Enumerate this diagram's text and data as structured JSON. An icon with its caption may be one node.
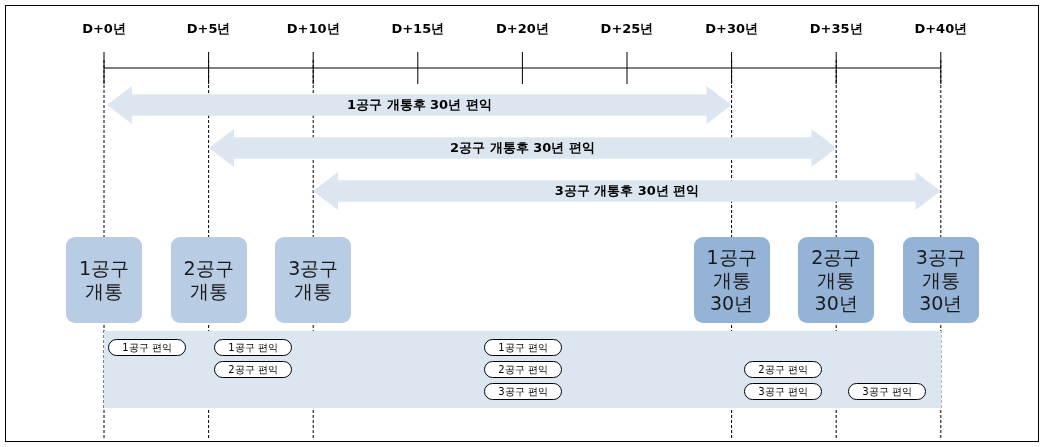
{
  "diagram": {
    "nodes": [
      {
        "text": [
          "1공구 개통후 30년 편익"
        ]
      },
      {
        "text": [
          "2공구 개통후 30년 편익"
        ]
      },
      {
        "text": [
          "3공구 개통후 30년 편익"
        ]
      },
      {
        "text": [
          "1공구 개통"
        ]
      },
      {
        "text": [
          "2공구 개통"
        ]
      },
      {
        "text": [
          "3공구 개통"
        ]
      },
      {
        "text": [
          "1공구 개통 30년"
        ]
      },
      {
        "text": [
          "2공구 개통 30년"
        ]
      },
      {
        "text": [
          "3공구 개통 30년"
        ]
      },
      {
        "text": [],
        "shape": "box"
      },
      {
        "text": [
          "1공구 편익"
        ],
        "in": 9
      },
      {
        "text": [
          "1공구 편익"
        ],
        "in": 9
      },
      {
        "text": [
          "2공구 편익"
        ],
        "in": 9
      },
      {
        "text": [
          "1공구 편익"
        ],
        "in": 9
      },
      {
        "text": [
          "2공구 편익"
        ],
        "in": 9
      },
      {
        "text": [
          "3공구 편익"
        ],
        "in": 9
      },
      {
        "text": [
          "2공구 편익"
        ],
        "in": 9
      },
      {
        "text": [
          "3공구 편익"
        ],
        "in": 9
      },
      {
        "text": [
          "3공구 편익"
        ],
        "in": 9
      }
    ],
    "labels": [
      "D+0년",
      "D+5년",
      "D+10년",
      "D+15년",
      "D+20년",
      "D+25년",
      "D+30년",
      "D+35년",
      "D+40년"
    ]
  }
}
